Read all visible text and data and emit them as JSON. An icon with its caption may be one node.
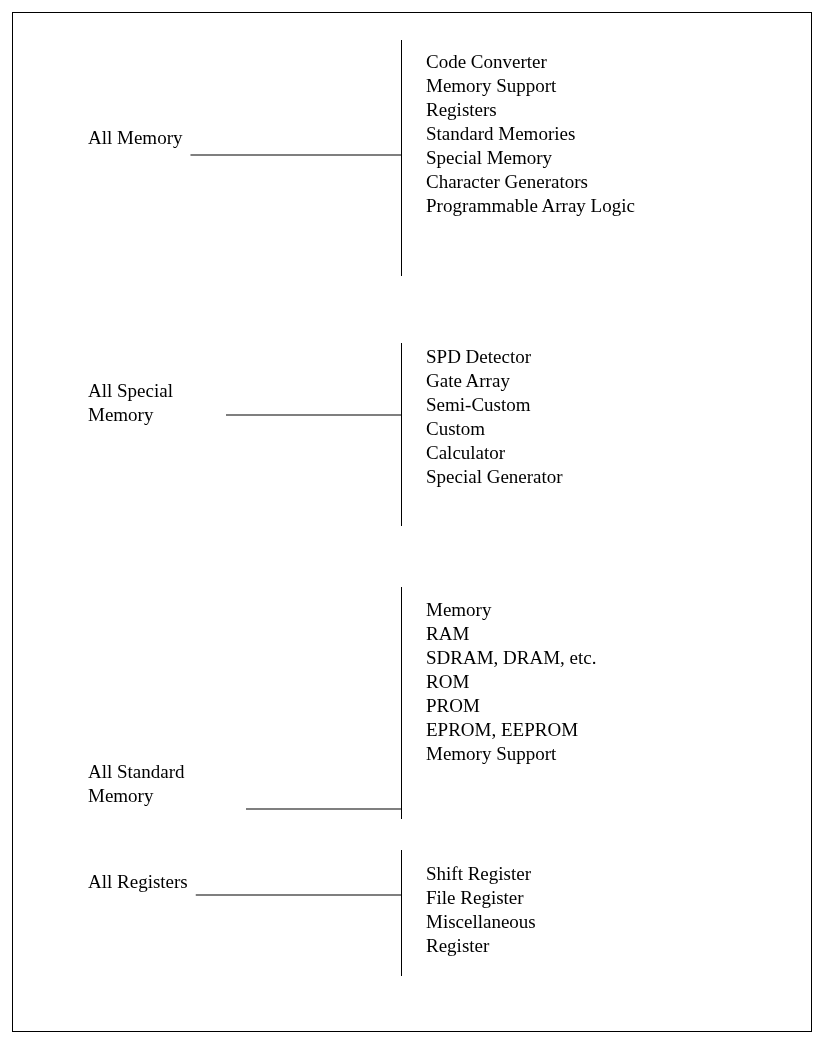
{
  "diagram": {
    "nodes": [
      {
        "text": [
          "All Memory"
        ]
      },
      {
        "text": [
          "Code Converter",
          "Memory Support",
          "Registers",
          "Standard Memories",
          "Special Memory",
          "Character Generators",
          "Programmable Array Logic"
        ]
      },
      {
        "text": [
          "All Special Memory"
        ]
      },
      {
        "text": [
          "SPD Detector",
          "Gate Array",
          "Semi-Custom",
          "Custom",
          "Calculator",
          "Special Generator"
        ]
      },
      {
        "text": [
          "All Standard Memory"
        ]
      },
      {
        "text": [
          "Memory",
          "RAM",
          "SDRAM, DRAM, etc.",
          "ROM",
          "PROM",
          "EPROM, EEPROM",
          "Memory Support"
        ]
      },
      {
        "text": [
          "All Registers"
        ]
      },
      {
        "text": [
          "Shift Register",
          "File Register",
          "Miscellaneous",
          "Register"
        ]
      }
    ],
    "edges": [
      {
        "from": 0,
        "to": 1,
        "arrow": "none"
      },
      {
        "from": 2,
        "to": 3,
        "arrow": "none"
      },
      {
        "from": 4,
        "to": 5,
        "arrow": "none"
      },
      {
        "from": 6,
        "to": 7,
        "arrow": "none"
      }
    ]
  }
}
